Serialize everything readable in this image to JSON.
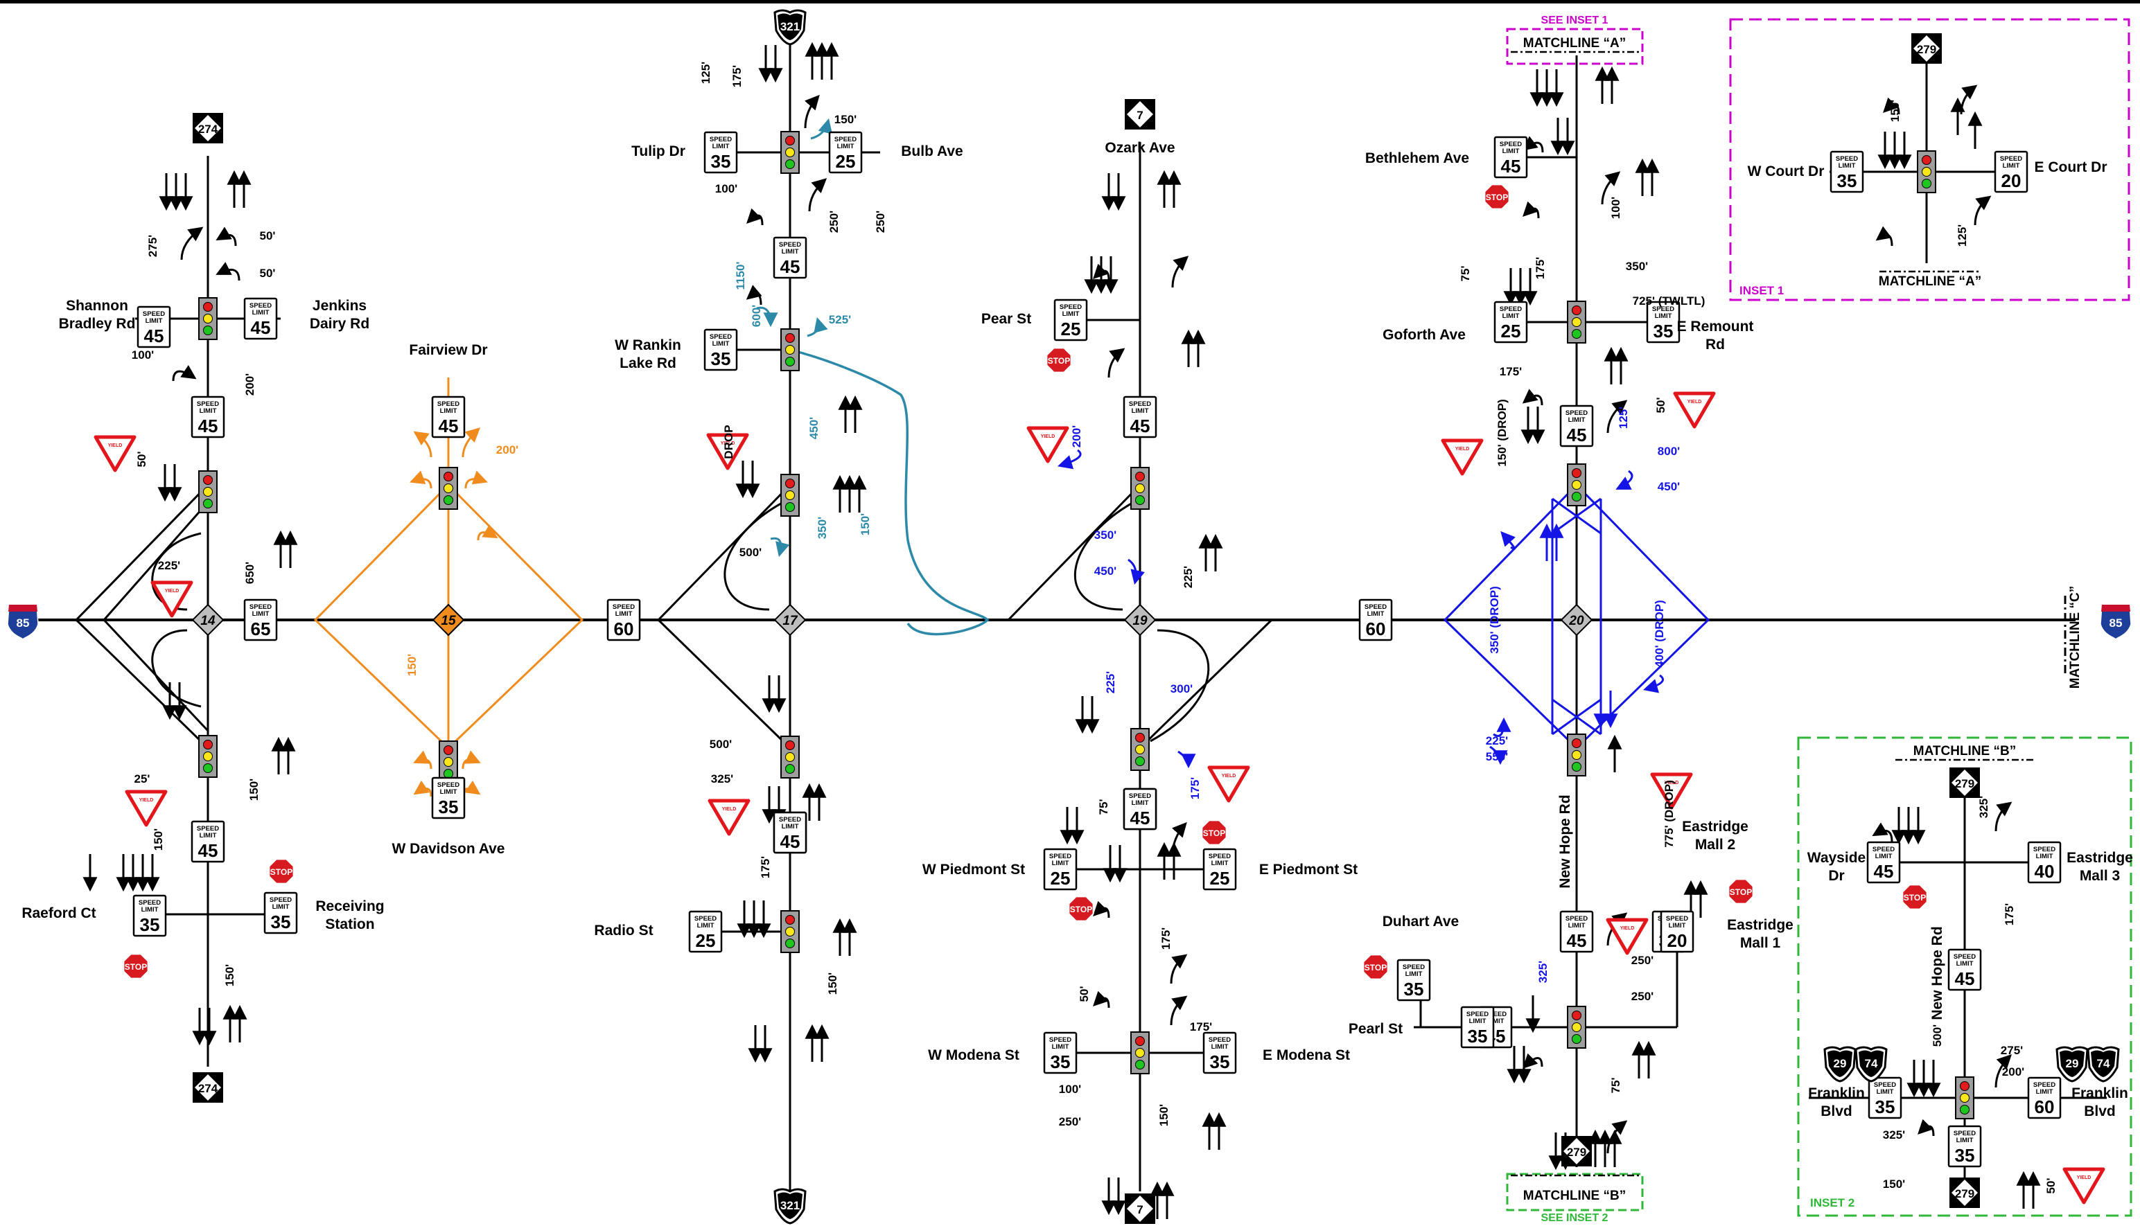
{
  "colors": {
    "road": "#000000",
    "orange": "#f08c1e",
    "teal": "#2c8aa8",
    "blue": "#1414e6",
    "magenta": "#cc00cc",
    "green": "#2fb838",
    "stop": "#d71920",
    "yield": "#e3161c"
  },
  "routes": {
    "i85_left": "85",
    "i85_right": "85",
    "nc274_top": "274",
    "nc274_bottom": "274",
    "us321_top": "321",
    "us321_bottom": "321",
    "nc7_top": "7",
    "nc7_bottom": "7",
    "nc279_bottom": "279",
    "inset1_279": "279",
    "inset2_279_top": "279",
    "inset2_279_bottom": "279",
    "us29_left": "29",
    "us74_left": "74",
    "us29_right": "29",
    "us74_right": "74"
  },
  "exits": [
    "14",
    "15",
    "17",
    "19",
    "20"
  ],
  "sign": {
    "line1": "SPEED",
    "line2": "LIMIT",
    "stop": "STOP",
    "yield": "YIELD"
  },
  "speeds": [
    "45",
    "45",
    "45",
    "45",
    "65",
    "45",
    "35",
    "35",
    "45",
    "35",
    "35",
    "25",
    "45",
    "35",
    "45",
    "45",
    "25",
    "45",
    "45",
    "25",
    "25",
    "35",
    "35",
    "25",
    "45",
    "35",
    "45",
    "45",
    "35",
    "35",
    "20",
    "35",
    "25",
    "45",
    "35",
    "20",
    "45",
    "40",
    "45",
    "35",
    "35",
    "60",
    "60",
    "60"
  ],
  "streets": {
    "shannon": "Shannon\nBradley Rd",
    "jenkins": "Jenkins\nDairy Rd",
    "raeford": "Raeford Ct",
    "receiving": "Receiving\nStation",
    "fairview": "Fairview Dr",
    "davidson": "W Davidson Ave",
    "tulip": "Tulip Dr",
    "bulb": "Bulb Ave",
    "rankin": "W Rankin\nLake Rd",
    "radio": "Radio St",
    "ozark": "Ozark Ave",
    "pear": "Pear St",
    "wpiedmont": "W Piedmont St",
    "epiedmont": "E Piedmont St",
    "wmodena": "W Modena St",
    "emodena": "E Modena St",
    "bethlehem": "Bethlehem Ave",
    "goforth": "Goforth Ave",
    "eremount": "E Remount\nRd",
    "newhope": "New Hope Rd",
    "eastridge2": "Eastridge\nMall 2",
    "eastridge1": "Eastridge\nMall 1",
    "duhart": "Duhart Ave",
    "pearl": "Pearl St",
    "wcourt": "W Court Dr",
    "ecourt": "E Court Dr",
    "wayside": "Wayside\nDr",
    "eastridge3": "Eastridge\nMall 3",
    "franklin_w": "Franklin\nBlvd",
    "franklin_e": "Franklin\nBlvd",
    "newhope_inset": "New Hope Rd"
  },
  "matchlines": {
    "a_top": "MATCHLINE “A”",
    "a_inset": "MATCHLINE “A”",
    "b_bottom": "MATCHLINE “B”",
    "b_inset": "MATCHLINE “B”",
    "c": "MATCHLINE “C”"
  },
  "insets": {
    "see1": "SEE INSET 1",
    "see2": "SEE INSET 2",
    "inset1": "INSET 1",
    "inset2": "INSET 2"
  },
  "distances": {
    "d14": [
      "50'",
      "50'",
      "275'",
      "100'",
      "200'",
      "50'",
      "225'",
      "650'",
      "25'",
      "150'",
      "150'",
      "150'"
    ],
    "d15": [
      "200'",
      "150'"
    ],
    "d17": [
      "125'",
      "175'",
      "150'",
      "100'",
      "250'",
      "250'",
      "1150'",
      "600'",
      "525'",
      "DROP",
      "450'",
      "500'",
      "350'",
      "150'",
      "500'",
      "325'",
      "175'",
      "150'"
    ],
    "d19": [
      "200'",
      "350'",
      "450'",
      "225'",
      "225'",
      "300'",
      "175'",
      "75'",
      "175'",
      "50'",
      "175'",
      "100'",
      "250'",
      "150'"
    ],
    "d20": [
      "100'",
      "75'",
      "175'",
      "350'",
      "725' (TWLTL)",
      "175'",
      "150' (DROP)",
      "125'",
      "50'",
      "800'",
      "450'",
      "350' (DROP)",
      "400' (DROP)",
      "225'",
      "550'",
      "775' (DROP)",
      "325'",
      "250'",
      "250'",
      "75'"
    ],
    "inset1": [
      "150'",
      "125'"
    ],
    "inset2": [
      "325'",
      "175'",
      "500'",
      "275'",
      "200'",
      "325'",
      "150'",
      "50'"
    ]
  }
}
